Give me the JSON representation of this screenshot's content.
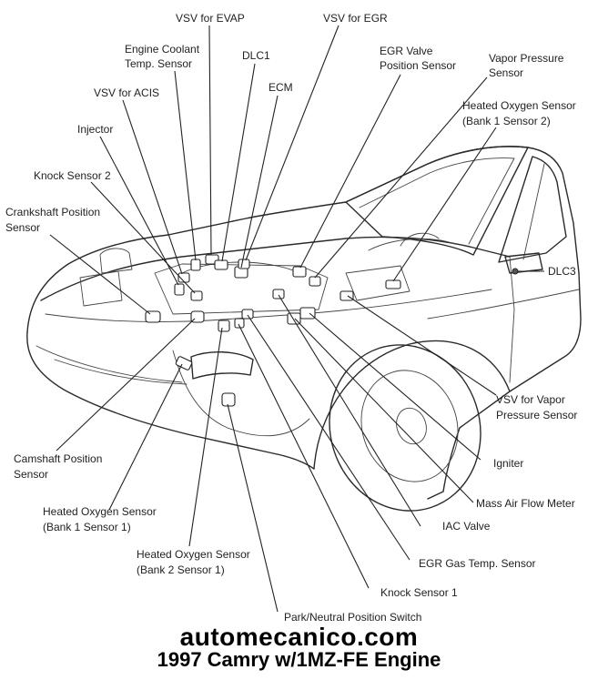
{
  "labels": {
    "vsv_evap": "VSV for EVAP",
    "vsv_egr": "VSV for EGR",
    "engine_coolant_1": "Engine Coolant",
    "engine_coolant_2": "Temp. Sensor",
    "dlc1": "DLC1",
    "egr_valve_pos_1": "EGR Valve",
    "egr_valve_pos_2": "Position Sensor",
    "vapor_pressure_1": "Vapor Pressure",
    "vapor_pressure_2": "Sensor",
    "vsv_acis": "VSV for ACIS",
    "ecm": "ECM",
    "ho2s_b1s2_1": "Heated Oxygen Sensor",
    "ho2s_b1s2_2": "(Bank 1 Sensor 2)",
    "injector": "Injector",
    "knock_sensor_2": "Knock Sensor 2",
    "crankshaft_1": "Crankshaft Position",
    "crankshaft_2": "Sensor",
    "dlc3": "DLC3",
    "vsv_vapor_1": "VSV for Vapor",
    "vsv_vapor_2": "Pressure Sensor",
    "igniter": "Igniter",
    "camshaft_1": "Camshaft Position",
    "camshaft_2": "Sensor",
    "mass_air_flow": "Mass Air Flow Meter",
    "ho2s_b1s1_1": "Heated Oxygen Sensor",
    "ho2s_b1s1_2": "(Bank 1 Sensor 1)",
    "iac_valve": "IAC Valve",
    "ho2s_b2s1_1": "Heated Oxygen Sensor",
    "ho2s_b2s1_2": "(Bank 2 Sensor 1)",
    "egr_gas_temp": "EGR Gas Temp. Sensor",
    "knock_sensor_1": "Knock Sensor 1",
    "park_neutral": "Park/Neutral Position Switch"
  },
  "footer": {
    "site_url": "automecanico.com",
    "caption": "1997 Camry w/1MZ-FE Engine"
  },
  "colors": {
    "ink": "#222222",
    "background": "#ffffff"
  }
}
